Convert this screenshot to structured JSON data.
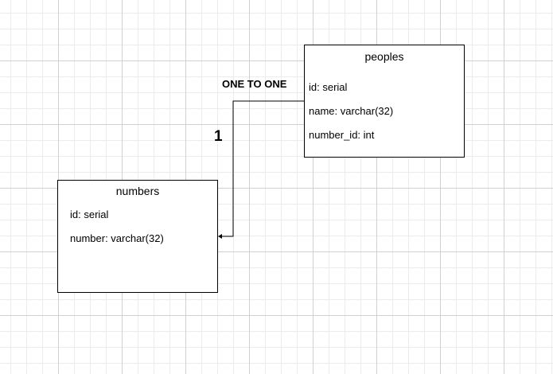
{
  "relationship": {
    "label": "ONE TO ONE",
    "cardinality": "1"
  },
  "entities": {
    "peoples": {
      "title": "peoples",
      "fields": [
        "id: serial",
        "name: varchar(32)",
        "number_id: int"
      ]
    },
    "numbers": {
      "title": "numbers",
      "fields": [
        "id: serial",
        "number: varchar(32)"
      ]
    }
  }
}
